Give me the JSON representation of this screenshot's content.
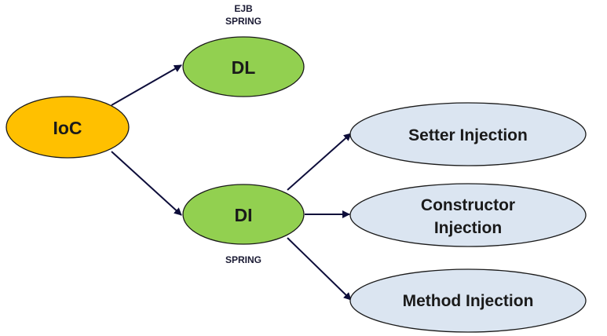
{
  "nodes": {
    "ioc": {
      "label": "IoC",
      "color": "#ffc000"
    },
    "dl": {
      "label": "DL",
      "color": "#92d050"
    },
    "di": {
      "label": "DI",
      "color": "#92d050"
    },
    "setter": {
      "label": "Setter Injection",
      "color": "#dbe5f1"
    },
    "constructor": {
      "line1": "Constructor",
      "line2": "Injection",
      "color": "#dbe5f1"
    },
    "method": {
      "label": "Method Injection",
      "color": "#dbe5f1"
    }
  },
  "notes": {
    "dl_line1": "EJB",
    "dl_line2": "SPRING",
    "di": "SPRING"
  },
  "edges": [
    {
      "from": "IoC",
      "to": "DL"
    },
    {
      "from": "IoC",
      "to": "DI"
    },
    {
      "from": "DI",
      "to": "Setter Injection"
    },
    {
      "from": "DI",
      "to": "Constructor Injection"
    },
    {
      "from": "DI",
      "to": "Method Injection"
    }
  ],
  "colors": {
    "outline": "#1a1a1a",
    "arrow": "#0d0d3a"
  }
}
